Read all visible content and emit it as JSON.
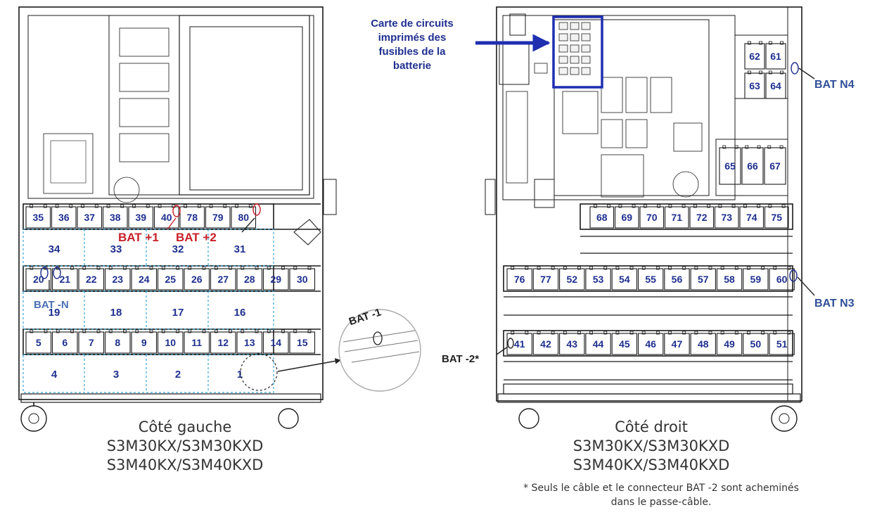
{
  "colors": {
    "battery_number": "#1f2f8f",
    "callout_blue": "#1f2f8f",
    "callout_red": "#c8202a",
    "frame_stroke": "#1a1a1a",
    "dashed_blue": "#38a3d6"
  },
  "left": {
    "caption_lines": [
      "Côté gauche",
      "S3M30KX/S3M30KXD",
      "S3M40KX/S3M40KXD"
    ],
    "labels": {
      "bat_pos1": "BAT +1",
      "bat_pos2": "BAT +2",
      "bat_neg_n": "BAT -N",
      "bat_neg1": "BAT -1"
    },
    "rows": {
      "row1": [
        "35",
        "36",
        "37",
        "38",
        "39",
        "40",
        "78",
        "79",
        "80"
      ],
      "row2": [
        "34",
        "33",
        "32",
        "31"
      ],
      "row3": [
        "20",
        "21",
        "22",
        "23",
        "24",
        "25",
        "26",
        "27",
        "28",
        "29",
        "30"
      ],
      "row4": [
        "19",
        "18",
        "17",
        "16"
      ],
      "row5": [
        "5",
        "6",
        "7",
        "8",
        "9",
        "10",
        "11",
        "12",
        "13",
        "14",
        "15"
      ],
      "row6": [
        "4",
        "3",
        "2",
        "1"
      ]
    }
  },
  "right": {
    "caption_lines": [
      "Côté droit",
      "S3M30KX/S3M30KXD",
      "S3M40KX/S3M40KXD"
    ],
    "footnote_lines": [
      "* Seuls le câble et le connecteur BAT -2 sont acheminés",
      "dans le passe-câble."
    ],
    "fuse_board_lines": [
      "Carte de circuits",
      "imprimés des",
      "fusibles de la",
      "batterie"
    ],
    "labels": {
      "bat_n4": "BAT N4",
      "bat_n3": "BAT N3",
      "bat_neg2": "BAT -2*"
    },
    "rows": {
      "top_group": [
        "62",
        "61",
        "63",
        "64"
      ],
      "mid_group": [
        "65",
        "66",
        "67"
      ],
      "row_a": [
        "68",
        "69",
        "70",
        "71",
        "72",
        "73",
        "74",
        "75"
      ],
      "row_b": [
        "76",
        "77",
        "52",
        "53",
        "54",
        "55",
        "56",
        "57",
        "58",
        "59",
        "60"
      ],
      "row_c": [
        "41",
        "42",
        "43",
        "44",
        "45",
        "46",
        "47",
        "48",
        "49",
        "50",
        "51"
      ]
    }
  }
}
